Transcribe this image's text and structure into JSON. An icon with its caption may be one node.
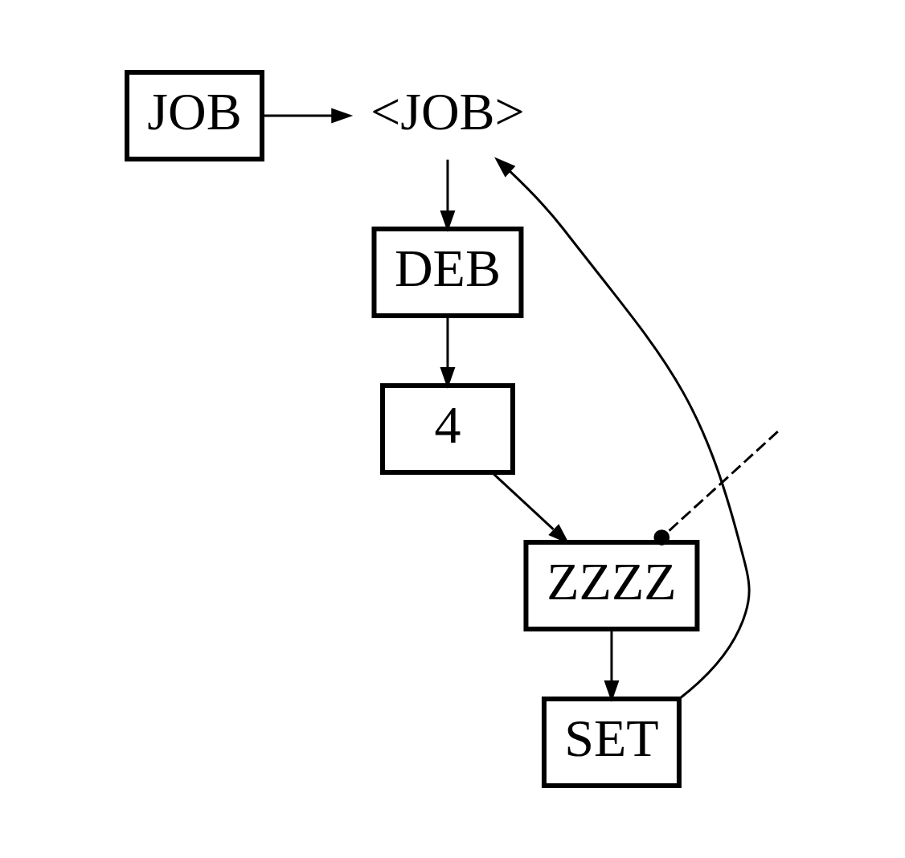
{
  "diagram": {
    "nodes": [
      {
        "text": [
          "JOB"
        ]
      },
      {
        "text": [
          "<JOB>"
        ]
      },
      {
        "text": [
          "DEB"
        ]
      },
      {
        "text": [
          "4"
        ]
      },
      {
        "text": [
          "ZZZZ"
        ]
      },
      {
        "text": [
          "SET"
        ]
      }
    ],
    "edges": [
      {
        "from": 0,
        "to": 1,
        "arrow": "to"
      },
      {
        "from": 1,
        "to": 2,
        "arrow": "to"
      },
      {
        "from": 2,
        "to": 3,
        "arrow": "to"
      },
      {
        "from": 3,
        "to": 4,
        "arrow": "to"
      },
      {
        "from": 4,
        "to": 5,
        "arrow": "to"
      },
      {
        "from": 5,
        "to": 1,
        "arrow": "to"
      },
      {
        "from": null,
        "to": 4,
        "arrow": "other",
        "style": "dashed"
      }
    ]
  }
}
